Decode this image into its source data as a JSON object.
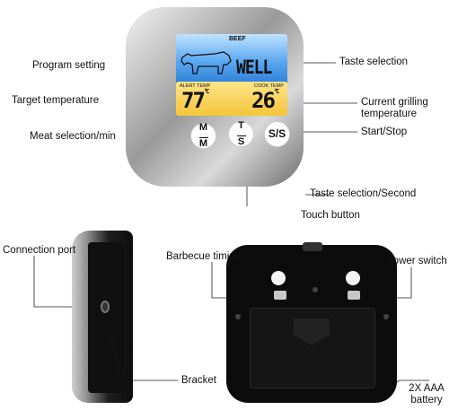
{
  "labels": {
    "program_setting": "Program setting",
    "taste_selection": "Taste selection",
    "target_temperature": "Target temperature",
    "current_grilling_temperature": "Current grilling temperature",
    "start_stop": "Start/Stop",
    "meat_selection": "Meat selection/min",
    "taste_selection_second": "Taste selection/Second",
    "touch_button": "Touch button",
    "connection_port": "Connection port",
    "barbecue_timing": "Barbecue timing",
    "power_switch": "Power switch",
    "bracket": "Bracket",
    "battery": "2X AAA battery"
  },
  "display": {
    "meat": "BEEF",
    "doneness": "WELL",
    "alert_label": "ALERT TEMP",
    "cook_label": "COOK TEMP",
    "target_value": "77",
    "current_value": "26",
    "unit": "°C"
  },
  "buttons": {
    "meat_min": "M/M",
    "taste_sec": "T/S",
    "start_stop": "S/S"
  },
  "colors": {
    "screen_top": "#5aa7f0",
    "screen_bottom": "#f5c53b",
    "body": "#0b0b0b",
    "bezel": "#9a9a9a"
  }
}
